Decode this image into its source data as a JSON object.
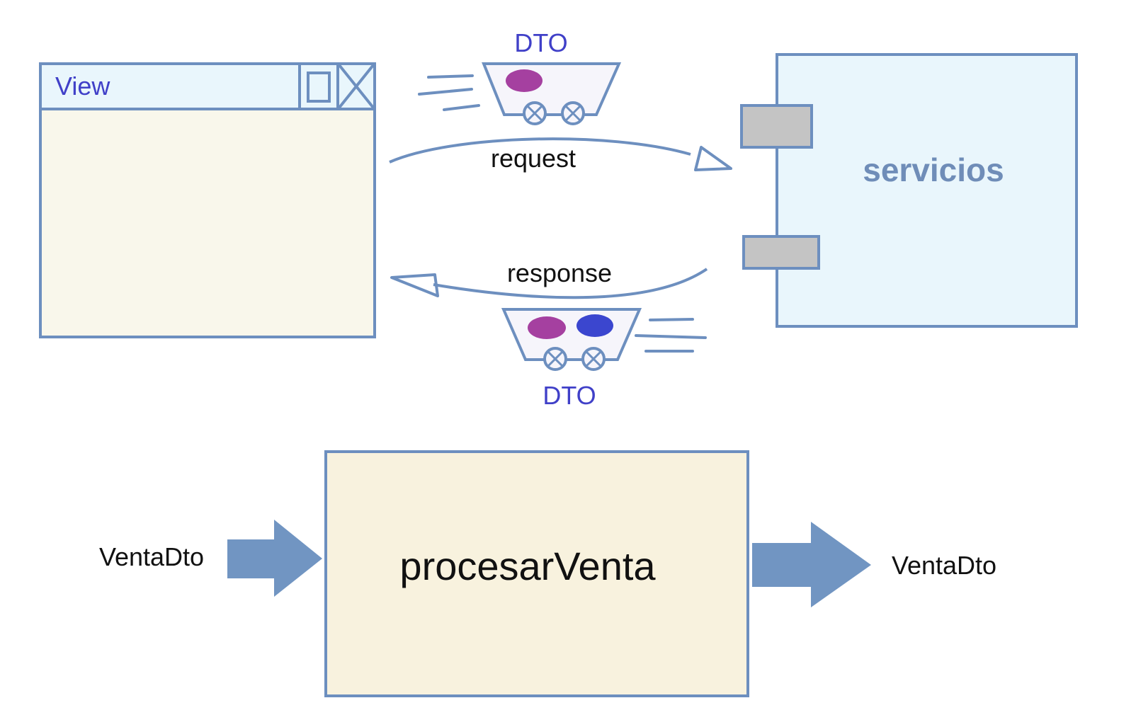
{
  "top": {
    "view": {
      "title": "View"
    },
    "servicios": {
      "label": "servicios"
    },
    "request": {
      "label": "request",
      "dto_label": "DTO"
    },
    "response": {
      "label": "response",
      "dto_label": "DTO"
    }
  },
  "bottom": {
    "process": {
      "label": "procesarVenta"
    },
    "input": {
      "label": "VentaDto"
    },
    "output": {
      "label": "VentaDto"
    }
  },
  "colors": {
    "stroke": "#6d8fbf",
    "view_titlebar": "#e9f6fc",
    "view_body": "#f9f7eb",
    "servicios_fill": "#e9f6fc",
    "port_fill": "#c4c4c4",
    "process_fill": "#f8f2de",
    "arrow_fill": "#7195c2",
    "cart_fill": "#f6f5fb",
    "data_purple": "#a540a0",
    "data_blue": "#3b46cf",
    "label_blue": "#4040c8",
    "label_servicios": "#6f8db8"
  },
  "icons": {
    "view_window_controls": [
      "maximize-icon",
      "close-icon"
    ],
    "carts": [
      "dto-cart-icon",
      "dto-cart-icon"
    ]
  }
}
